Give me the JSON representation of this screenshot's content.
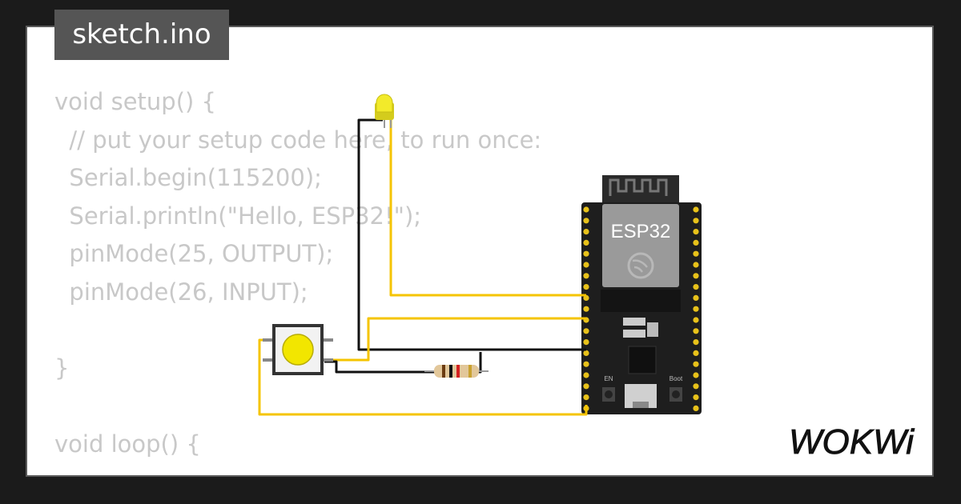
{
  "file_tab": {
    "filename": "sketch.ino"
  },
  "code": {
    "lines": [
      "void setup() {",
      "  // put your setup code here, to run once:",
      "  Serial.begin(115200);",
      "  Serial.println(\"Hello, ESP32!\");",
      "  pinMode(25, OUTPUT);",
      "  pinMode(26, INPUT);",
      "",
      "}",
      "",
      "void loop() {"
    ]
  },
  "circuit": {
    "board_label": "ESP32",
    "button_labels": {
      "en": "EN",
      "boot": "Boot"
    },
    "colors": {
      "wire_yellow": "#f5c400",
      "wire_black": "#111111",
      "board": "#1e1e1e",
      "pin_gold": "#e8c21a",
      "led": "#f2ea2a",
      "button_cap": "#f2e600"
    }
  },
  "brand": {
    "logo_text": "WOKWi"
  }
}
